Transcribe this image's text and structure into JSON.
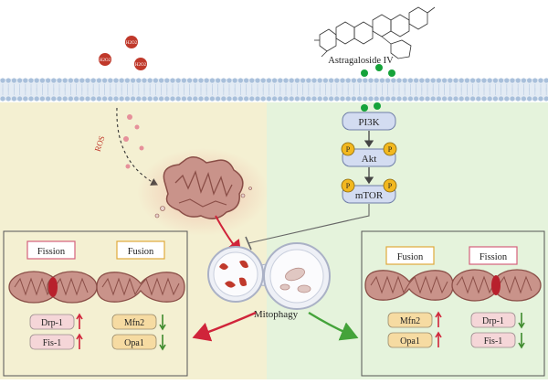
{
  "molecule": {
    "label": "Astragaloside IV"
  },
  "extracellular": {
    "h2o2_labels": [
      "H2O2",
      "H2O2",
      "H2O2"
    ]
  },
  "ros": {
    "label": "ROS"
  },
  "pathway": {
    "nodes": [
      "PI3K",
      "Akt",
      "mTOR"
    ],
    "phospho_label": "P"
  },
  "mitophagy": {
    "label": "Mitophagy"
  },
  "left_panel": {
    "fission_title": "Fission",
    "fusion_title": "Fusion",
    "fission_markers": [
      {
        "label": "Drp-1",
        "trend": "up"
      },
      {
        "label": "Fis-1",
        "trend": "up"
      }
    ],
    "fusion_markers": [
      {
        "label": "Mfn2",
        "trend": "down"
      },
      {
        "label": "Opa1",
        "trend": "down"
      }
    ]
  },
  "right_panel": {
    "fusion_title": "Fusion",
    "fission_title": "Fission",
    "fusion_markers": [
      {
        "label": "Mfn2",
        "trend": "up"
      },
      {
        "label": "Opa1",
        "trend": "up"
      }
    ],
    "fission_markers": [
      {
        "label": "Drp-1",
        "trend": "down"
      },
      {
        "label": "Fis-1",
        "trend": "down"
      }
    ]
  },
  "colors": {
    "left_bg": "#f4f0d2",
    "right_bg": "#e5f3dc",
    "membrane": "#a9c0db",
    "mito_fill": "#c9938a",
    "mito_stroke": "#8a4e47",
    "up_arrow": "#d0243a",
    "down_arrow": "#3d8a2c",
    "pathway_fill": "#d3dcf1",
    "phospho": "#f2b81f",
    "green_dot": "#15a33a",
    "h2o2_dot": "#c0392b"
  }
}
